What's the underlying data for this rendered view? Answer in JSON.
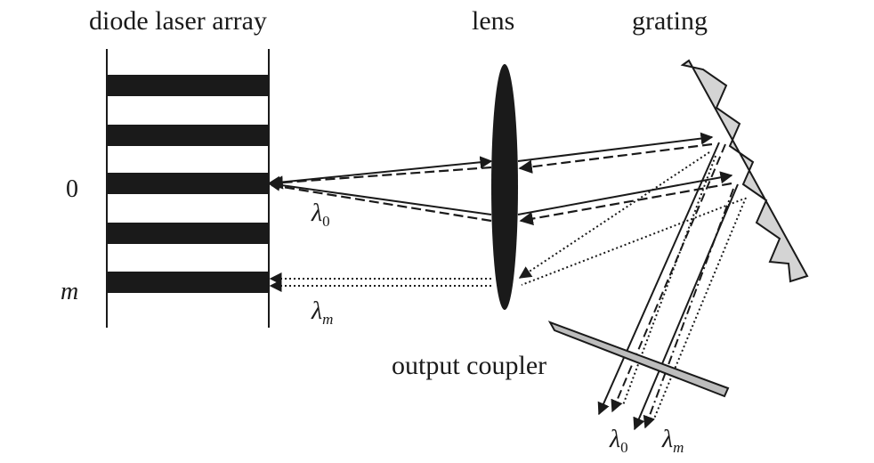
{
  "labels": {
    "array": "diode laser array",
    "lens": "lens",
    "grating": "grating",
    "coupler": "output coupler",
    "zero": "0",
    "m": "m"
  },
  "wavelengths": {
    "symbol": "λ",
    "sub0": "0",
    "subm": "m"
  },
  "colors": {
    "ink": "#1a1a1a",
    "grating_fill": "#d4d4d4",
    "coupler_fill": "#bdbdbd"
  }
}
